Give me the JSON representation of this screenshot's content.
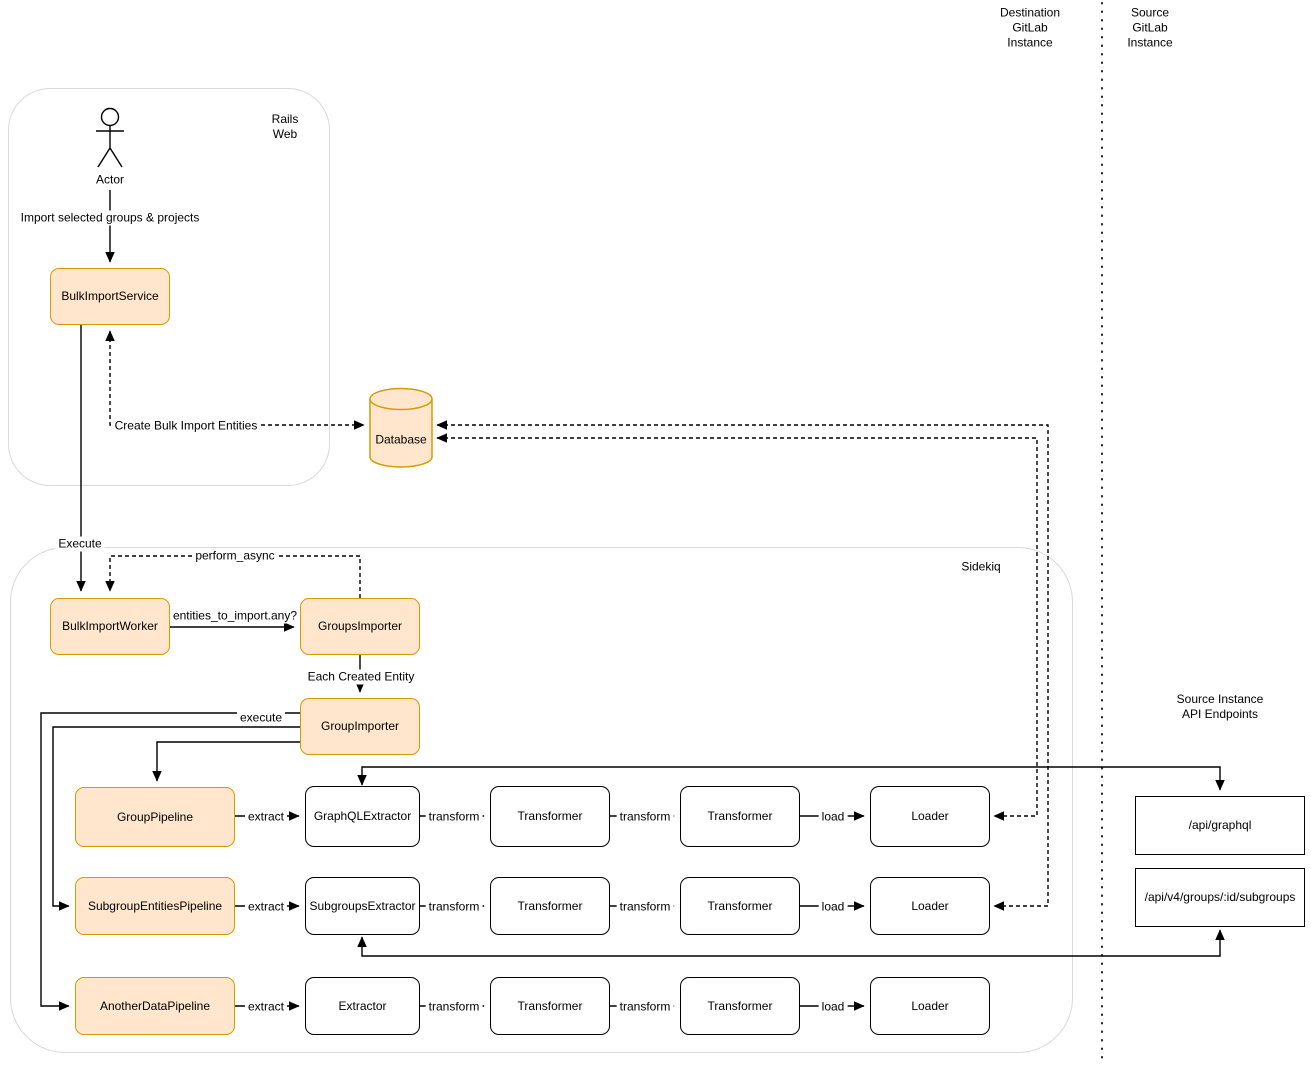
{
  "colors": {
    "node_fill": "#FFE6CC",
    "node_border": "#D79B00",
    "plain_border": "#000000",
    "container_border": "#D9D9D9",
    "line": "#000000"
  },
  "lanes": {
    "destination": "Destination\nGitLab\nInstance",
    "source": "Source\nGitLab\nInstance"
  },
  "rails": {
    "label": "Rails\nWeb",
    "actor": "Actor",
    "import_edge": "Import selected groups & projects",
    "service": "BulkImportService"
  },
  "database": {
    "label": "Database",
    "create_edge": "Create Bulk Import Entities"
  },
  "sidekiq": {
    "label": "Sidekiq",
    "execute_edge": "Execute",
    "perform_async_edge": "perform_async",
    "worker": "BulkImportWorker",
    "entities_edge": "entities_to_import.any?",
    "groups_importer": "GroupsImporter",
    "each_entity_edge": "Each Created Entity",
    "group_importer": "GroupImporter",
    "execute_lower_edge": "execute"
  },
  "rows": [
    {
      "pipeline": "GroupPipeline",
      "extractor": "GraphQLExtractor",
      "transformer1": "Transformer",
      "transformer2": "Transformer",
      "loader": "Loader",
      "extract": "extract",
      "transform1": "transform",
      "transform2": "transform",
      "load": "load"
    },
    {
      "pipeline": "SubgroupEntitiesPipeline",
      "extractor": "SubgroupsExtractor",
      "transformer1": "Transformer",
      "transformer2": "Transformer",
      "loader": "Loader",
      "extract": "extract",
      "transform1": "transform",
      "transform2": "transform",
      "load": "load"
    },
    {
      "pipeline": "AnotherDataPipeline",
      "extractor": "Extractor",
      "transformer1": "Transformer",
      "transformer2": "Transformer",
      "loader": "Loader",
      "extract": "extract",
      "transform1": "transform",
      "transform2": "transform",
      "load": "load"
    }
  ],
  "api": {
    "title": "Source Instance API Endpoints",
    "endpoints": [
      "/api/graphql",
      "/api/v4/groups/:id/subgroups"
    ]
  }
}
